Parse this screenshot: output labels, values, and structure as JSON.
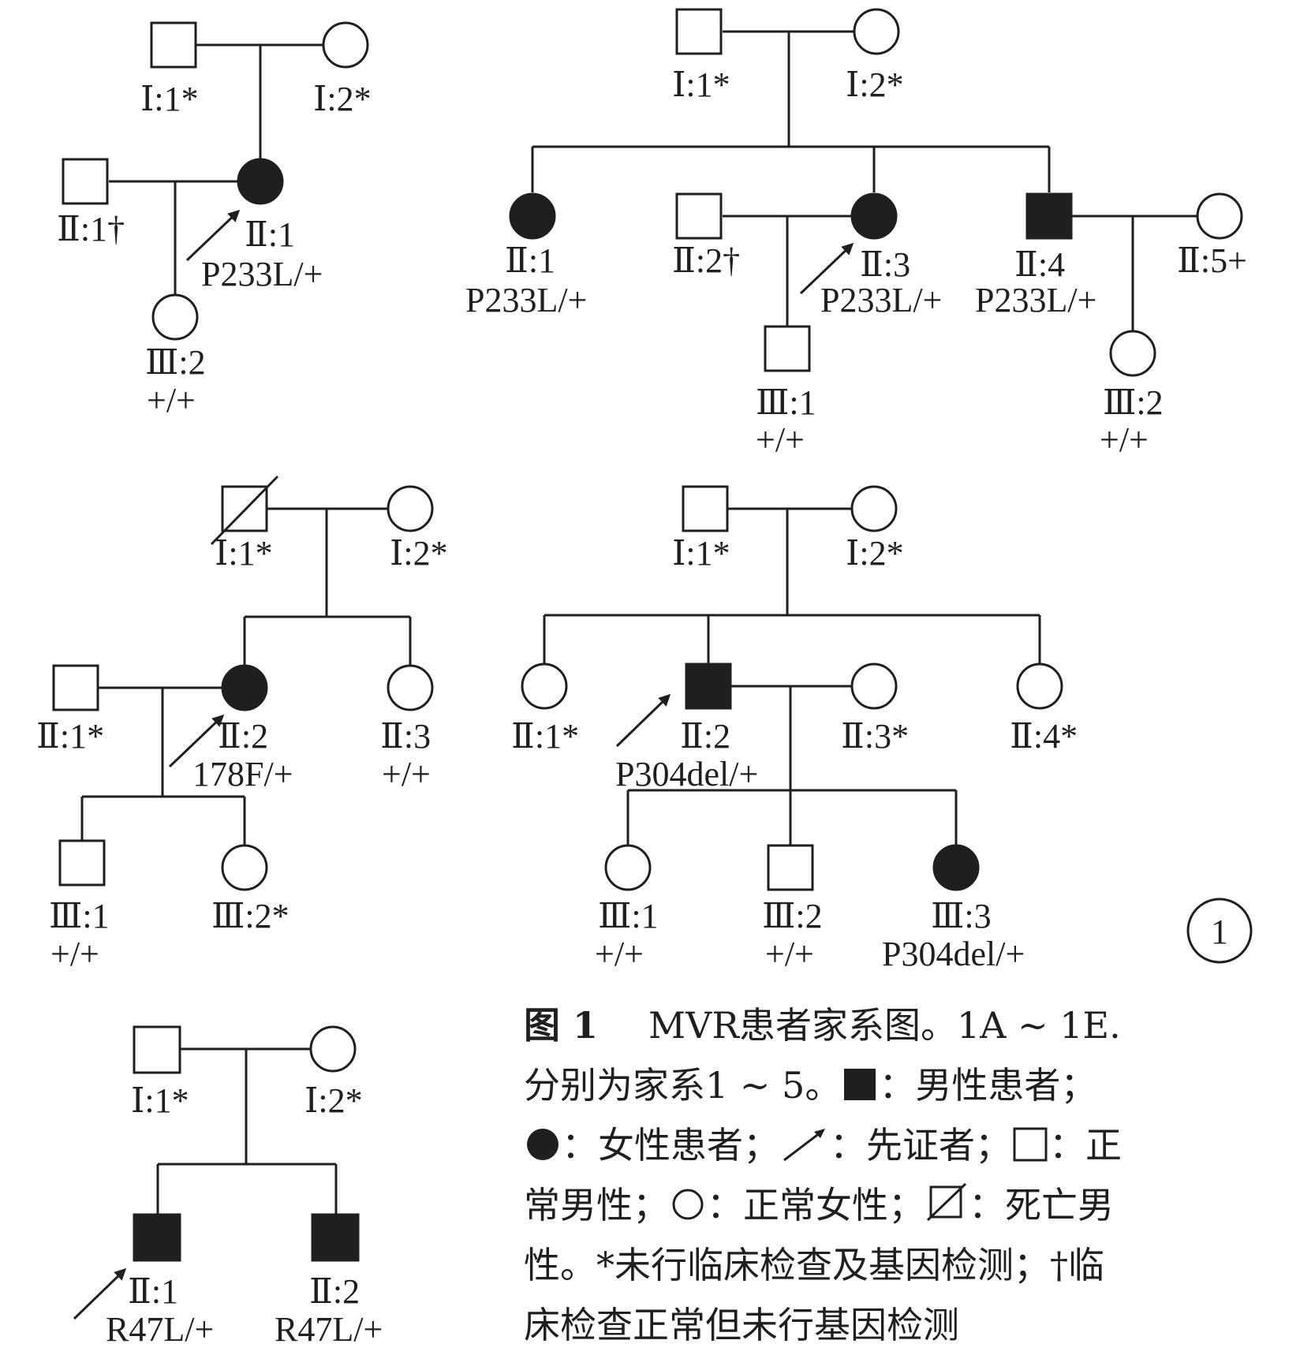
{
  "pedigrees": [
    {
      "id": "A",
      "people": [
        {
          "label": "Ⅰ:1*",
          "sex": "male",
          "affected": false
        },
        {
          "label": "Ⅰ:2*",
          "sex": "female",
          "affected": false
        },
        {
          "label": "Ⅱ:1†",
          "sex": "male",
          "affected": false
        },
        {
          "label": "Ⅱ:1",
          "sex": "female",
          "affected": true,
          "proband": true,
          "genotype": "P233L/+"
        },
        {
          "label": "Ⅲ:2",
          "sex": "female",
          "affected": false,
          "genotype": "+/+"
        }
      ]
    },
    {
      "id": "B",
      "people": [
        {
          "label": "Ⅰ:1*",
          "sex": "male",
          "affected": false
        },
        {
          "label": "Ⅰ:2*",
          "sex": "female",
          "affected": false
        },
        {
          "label": "Ⅱ:1",
          "sex": "female",
          "affected": true,
          "genotype": "P233L/+"
        },
        {
          "label": "Ⅱ:2†",
          "sex": "male",
          "affected": false
        },
        {
          "label": "Ⅱ:3",
          "sex": "female",
          "affected": true,
          "proband": true,
          "genotype": "P233L/+"
        },
        {
          "label": "Ⅱ:4",
          "sex": "male",
          "affected": true,
          "genotype": "P233L/+"
        },
        {
          "label": "Ⅱ:5+",
          "sex": "female",
          "affected": false
        },
        {
          "label": "Ⅲ:1",
          "sex": "male",
          "affected": false,
          "genotype": "+/+"
        },
        {
          "label": "Ⅲ:2",
          "sex": "female",
          "affected": false,
          "genotype": "+/+"
        }
      ]
    },
    {
      "id": "C",
      "people": [
        {
          "label": "Ⅰ:1*",
          "sex": "male",
          "affected": false,
          "deceased": true
        },
        {
          "label": "Ⅰ:2*",
          "sex": "female",
          "affected": false
        },
        {
          "label": "Ⅱ:1*",
          "sex": "male",
          "affected": false
        },
        {
          "label": "Ⅱ:2",
          "sex": "female",
          "affected": true,
          "proband": true,
          "genotype": "178F/+"
        },
        {
          "label": "Ⅱ:3",
          "sex": "female",
          "affected": false,
          "genotype": "+/+"
        },
        {
          "label": "Ⅲ:1",
          "sex": "male",
          "affected": false,
          "genotype": "+/+"
        },
        {
          "label": "Ⅲ:2*",
          "sex": "female",
          "affected": false
        }
      ]
    },
    {
      "id": "D",
      "people": [
        {
          "label": "Ⅰ:1*",
          "sex": "male",
          "affected": false
        },
        {
          "label": "Ⅰ:2*",
          "sex": "female",
          "affected": false
        },
        {
          "label": "Ⅱ:1*",
          "sex": "female",
          "affected": false
        },
        {
          "label": "Ⅱ:2",
          "sex": "male",
          "affected": true,
          "proband": true,
          "genotype": "P304del/+"
        },
        {
          "label": "Ⅱ:3*",
          "sex": "female",
          "affected": false
        },
        {
          "label": "Ⅱ:4*",
          "sex": "female",
          "affected": false
        },
        {
          "label": "Ⅲ:1",
          "sex": "female",
          "affected": false,
          "genotype": "+/+"
        },
        {
          "label": "Ⅲ:2",
          "sex": "male",
          "affected": false,
          "genotype": "+/+"
        },
        {
          "label": "Ⅲ:3",
          "sex": "female",
          "affected": true,
          "genotype": "P304del/+"
        }
      ]
    },
    {
      "id": "E",
      "people": [
        {
          "label": "Ⅰ:1*",
          "sex": "male",
          "affected": false
        },
        {
          "label": "Ⅰ:2*",
          "sex": "female",
          "affected": false
        },
        {
          "label": "Ⅱ:1",
          "sex": "male",
          "affected": true,
          "proband": true,
          "genotype": "R47L/+"
        },
        {
          "label": "Ⅱ:2",
          "sex": "male",
          "affected": true,
          "genotype": "R47L/+"
        }
      ]
    }
  ],
  "figure_badge": "1",
  "caption": {
    "fig_label": "图 1",
    "line1": "MVR患者家系图。1A ~ 1E.",
    "line2": "分别为家系1 ~ 5。",
    "male_patient": "：男性患者；",
    "female_patient": "：女性患者；",
    "proband": "：先证者；",
    "normal_male": "：正",
    "line4a": "常男性；",
    "normal_female": "：正常女性；",
    "deceased_male": "：死亡男",
    "line5": "性。*未行临床检查及基因检测；†临",
    "line6": "床检查正常但未行基因检测"
  }
}
